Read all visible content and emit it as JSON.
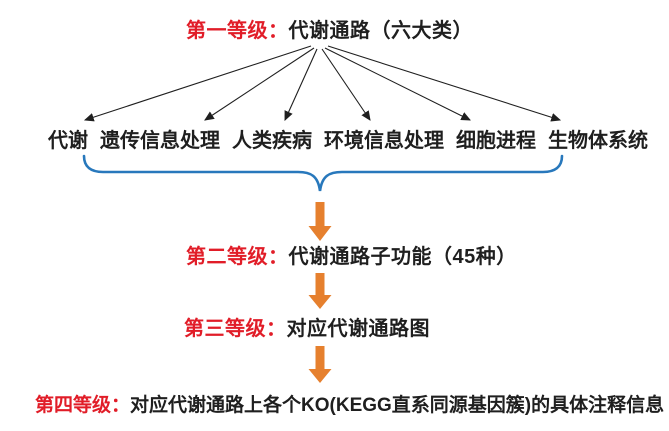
{
  "colors": {
    "red": "#e11d28",
    "orange": "#e6802e",
    "blue": "#2878bc",
    "text": "#1f1f1f",
    "background": "#ffffff"
  },
  "level1": {
    "label": "第一等级：",
    "title": "代谢通路（六大类）",
    "categories": [
      "代谢",
      "遗传信息处理",
      "人类疾病",
      "环境信息处理",
      "细胞进程",
      "生物体系统"
    ]
  },
  "level2": {
    "label": "第二等级：",
    "text": "代谢通路子功能（45种）"
  },
  "level3": {
    "label": "第三等级：",
    "text": "对应代谢通路图"
  },
  "level4": {
    "label": "第四等级：",
    "text": "对应代谢通路上各个KO(KEGG直系同源基因簇)的具体注释信息"
  }
}
